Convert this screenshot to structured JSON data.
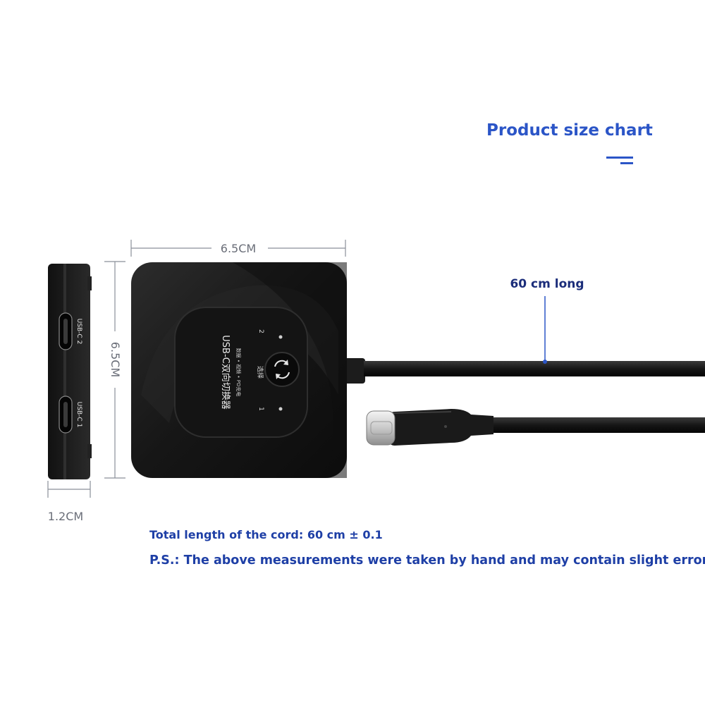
{
  "header": {
    "title": "Product size chart"
  },
  "dimensions": {
    "width": "6.5CM",
    "height": "6.5CM",
    "thickness": "1.2CM",
    "cable": "60 cm long"
  },
  "device": {
    "top_label": "USB-C双向切换器",
    "sub_label": "数据 • 视频 • PD充电",
    "port_1": "1",
    "port_2": "2",
    "select_label": "选择",
    "side_port_1": "USB-C 1",
    "side_port_2": "USB-C 2"
  },
  "notes": {
    "cord_length": "Total length of the cord: 60 cm ± 0.1",
    "disclaimer": "P.S.: The above measurements were taken by hand and may contain slight errors."
  },
  "colors": {
    "accent": "#2b55c7",
    "device": "#1a1a1a"
  }
}
